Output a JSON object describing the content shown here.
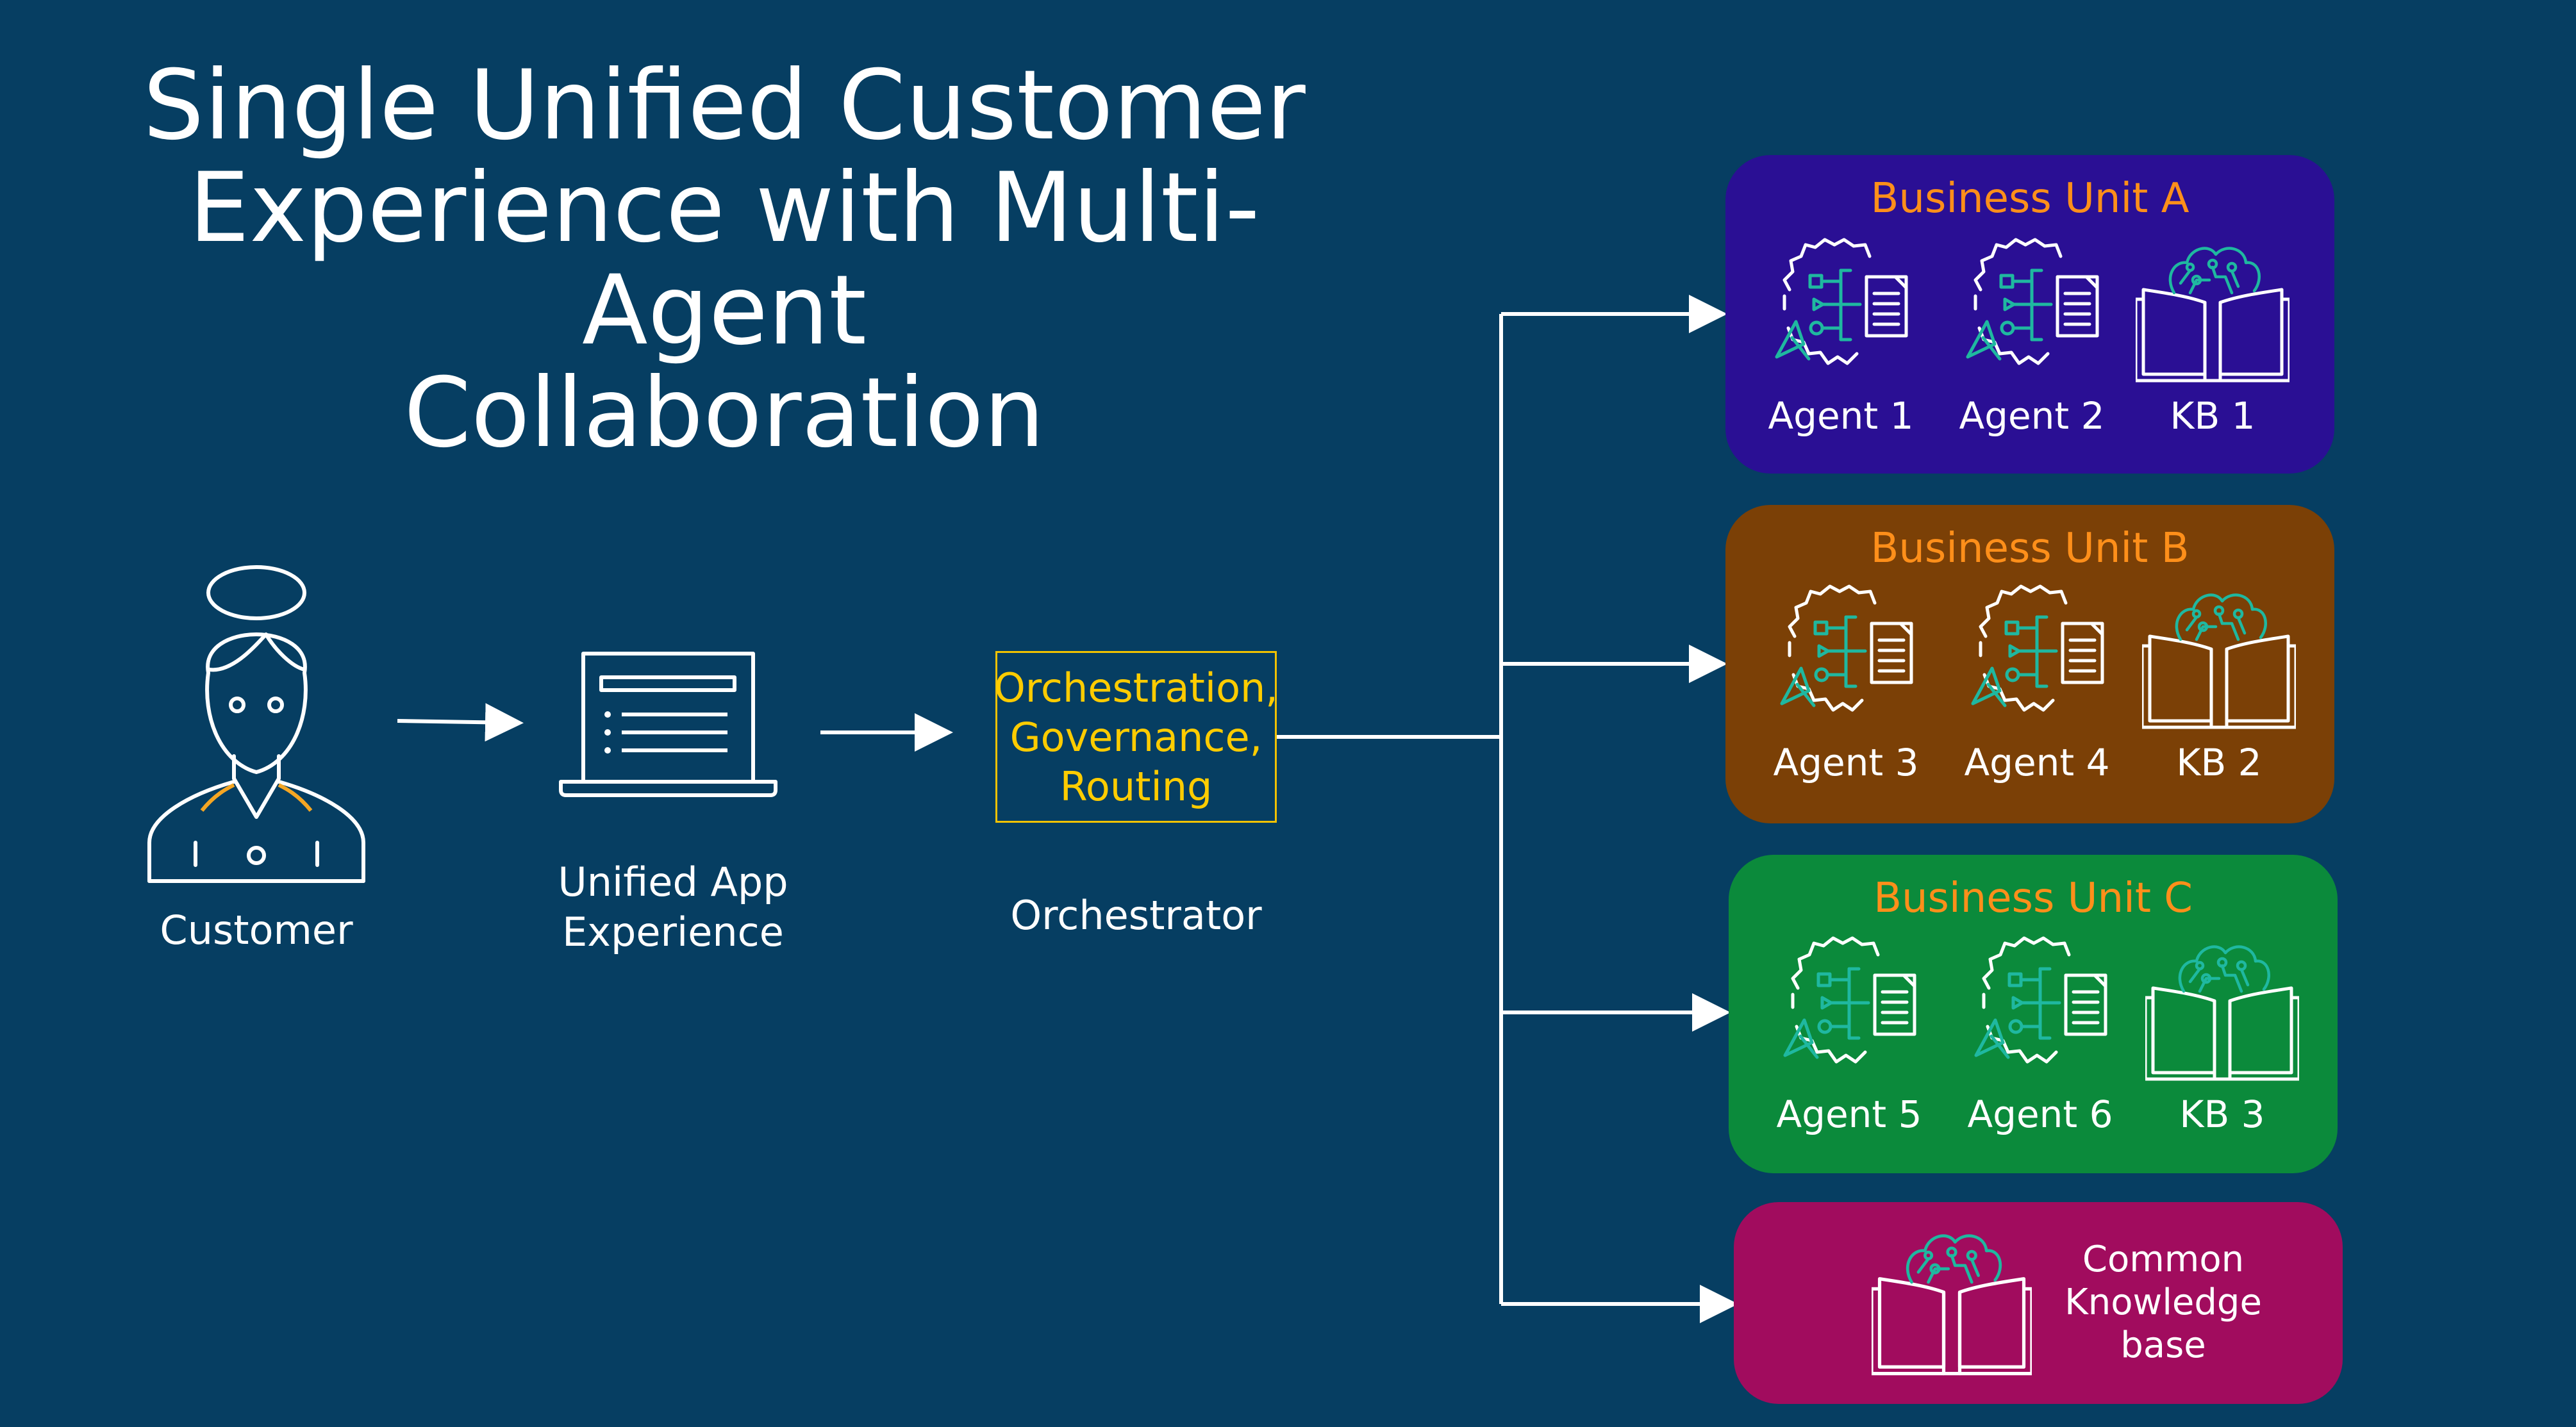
{
  "title": "Single Unified Customer\nExperience with Multi-Agent\nCollaboration",
  "customer": {
    "label": "Customer",
    "icon": "customer-person-icon"
  },
  "app": {
    "label": "Unified App\nExperience",
    "icon": "laptop-icon"
  },
  "orchestrator": {
    "box_text": "Orchestration,\nGovernance,\nRouting",
    "label": "Orchestrator"
  },
  "business_units": [
    {
      "title": "Business Unit A",
      "color": "#2a0f94",
      "items": [
        "Agent 1",
        "Agent 2",
        "KB 1"
      ]
    },
    {
      "title": "Business Unit B",
      "color": "#7b4006",
      "items": [
        "Agent 3",
        "Agent 4",
        "KB 2"
      ]
    },
    {
      "title": "Business Unit C",
      "color": "#0b8a3b",
      "items": [
        "Agent 5",
        "Agent 6",
        "KB 3"
      ]
    }
  ],
  "common_kb": {
    "label": "Common\nKnowledge\nbase",
    "color": "#a10c5e"
  },
  "colors": {
    "background": "#063e62",
    "title_accent": "#ff8f1a",
    "orchestration": "#ffcc00",
    "icon_teal": "#1fb8a0"
  }
}
